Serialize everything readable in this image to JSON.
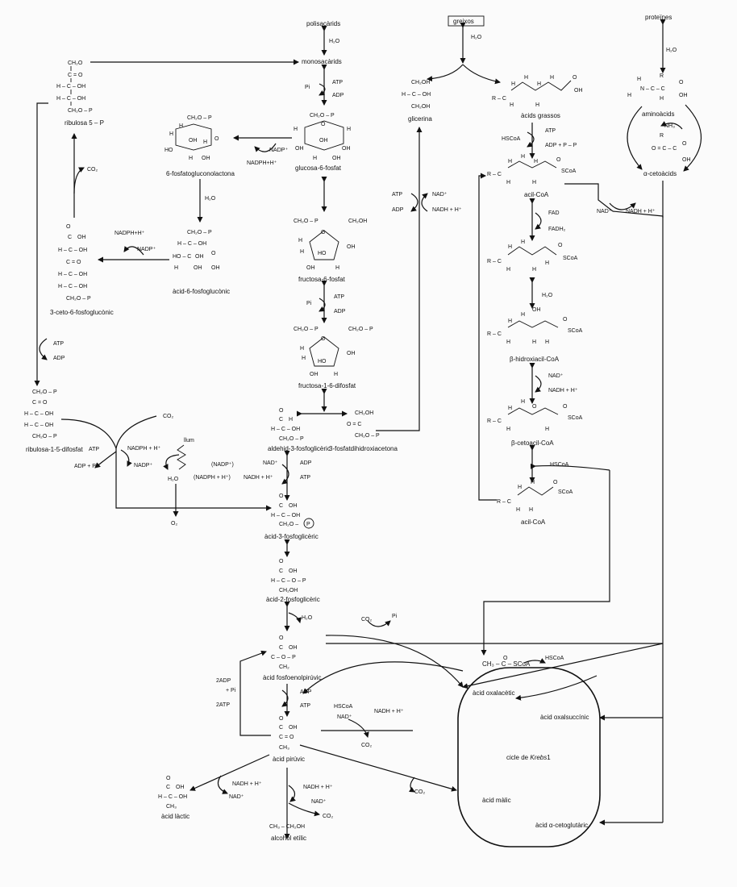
{
  "compounds": {
    "polisacarids": "polisacàrids",
    "monosacarids": "monosacàrids",
    "greixos": "greixos",
    "proteines": "proteïnes",
    "glicerina": "glicerina",
    "acids_grassos": "àcids grassos",
    "aminoacids": "aminoàcids",
    "alfa_cetoacids": "α-cetoàcids",
    "ribulosa_5p": "ribulosa 5 – P",
    "glucosa_6p": "glucosa-6-fosfat",
    "fosfatogluconolactona": "6-fosfatogluconolactona",
    "acid_6_fosfogluconic": "àcid-6-fosfoglucònic",
    "ceto_fosfogluconic": "3-ceto-6-fosfoglucònic",
    "fructosa_6p": "fructosa-6-fosfat",
    "fructosa_16dp": "fructosa-1-6-difosfat",
    "ribulosa_15dp": "ribulosa-1-5-difosfat",
    "aldehid_3_fosfogliceric": "aldehid-3-fosfoglicèric",
    "fosfatdihidroxiacetona": "3-fosfatdihidroxiacetona",
    "acid_3_fosfogliceric": "àcid-3-fosfoglicèric",
    "acid_2_fosfogliceric": "àcid-2-fosfoglicèric",
    "acid_fosfoenolpiruvic": "àcid fosfoenolpirúvic",
    "acid_piruvic": "àcid pirúvic",
    "acid_lactic": "àcid làctic",
    "alcohol_etilic": "alcohol etílic",
    "acil_coa": "acil-CoA",
    "beta_hidroxiacil_coa": "β-hidroxiacil-CoA",
    "beta_cetoacil_coa": "β-cetoacil-CoA",
    "acil_coa_2": "acil-CoA",
    "acid_oxalacetic": "àcid oxalacètic",
    "acid_oxalsuccinic": "àcid oxalsuccínic",
    "acid_alfa_cetoglutaric": "àcid α-cetoglutàric",
    "acid_malic": "àcid màlic",
    "cicle_krebs_prefix": "cicle de ",
    "cicle_krebs_name": "Krebs",
    "cicle_krebs_suffix": "1"
  },
  "cofactors": {
    "h2o": "H₂O",
    "atp": "ATP",
    "adp": "ADP",
    "pi": "Pi",
    "co2": "CO₂",
    "nadp_plus": "NADP⁺",
    "nadph_h": "NADPH+H⁺",
    "nadph_h_spaced": "NADPH + H⁺",
    "nad_plus": "NAD⁺",
    "nadh_h": "NADH + H⁺",
    "hscoa": "HSCoA",
    "adp_ppi": "ADP +  P – P",
    "fad": "FAD",
    "fadh2": "FADH₂",
    "nh3": "NH₃",
    "o2": "O₂",
    "llum": "llum",
    "nadp_paren": "(NADP⁺)",
    "nadph_paren": "(NADPH + H⁺)",
    "adp_pi": "ADP + Pi",
    "two_adp": "2ADP",
    "plus_pi": "+ Pi",
    "two_atp": "2ATP",
    "acetyl_coa": "CH₃ – C – SCoA",
    "ethanol_formula": "CH₃ – CH₂OH"
  }
}
